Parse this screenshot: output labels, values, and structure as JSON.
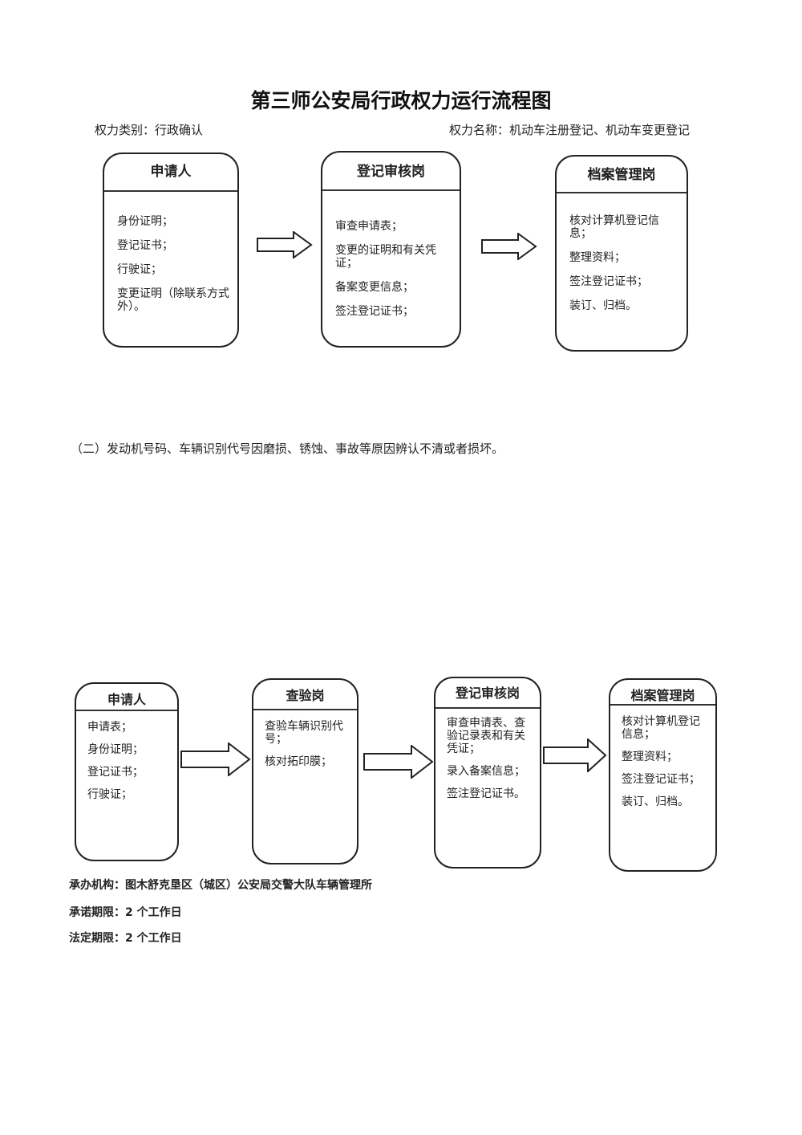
{
  "title": "第三师公安局行政权力运行流程图",
  "category": "权力类别：行政确认",
  "power_name": "权力名称：机动车注册登记、机动车变更登记",
  "flow1": [
    {
      "title": "申请人",
      "items": [
        "身份证明；",
        "登记证书；",
        "行驶证；",
        "变更证明（除联系方式外）。"
      ]
    },
    {
      "title": "登记审核岗",
      "items": [
        "审查申请表；",
        "变更的证明和有关凭证；",
        "备案变更信息；",
        "签注登记证书；"
      ]
    },
    {
      "title": "档案管理岗",
      "items": [
        "核对计算机登记信息；",
        "整理资料；",
        "签注登记证书；",
        "装订、归档。"
      ]
    }
  ],
  "section2": "（二）发动机号码、车辆识别代号因磨损、锈蚀、事故等原因辨认不清或者损坏。",
  "flow2": [
    {
      "title": "申请人",
      "items": [
        "申请表；",
        "身份证明；",
        "登记证书；",
        "行驶证；"
      ]
    },
    {
      "title": "查验岗",
      "items": [
        "查验车辆识别代号；",
        "核对拓印膜；"
      ]
    },
    {
      "title": "登记审核岗",
      "items": [
        "审查申请表、查验记录表和有关凭证；",
        "录入备案信息；",
        "签注登记证书。"
      ]
    },
    {
      "title": "档案管理岗",
      "items": [
        "核对计算机登记信息；",
        "整理资料；",
        "签注登记证书；",
        "装订、归档。"
      ]
    }
  ],
  "footer": {
    "agency": "承办机构：图木舒克垦区（城区）公安局交警大队车辆管理所",
    "promised": "承诺期限：2 个工作日",
    "legal": "法定期限：2 个工作日"
  }
}
